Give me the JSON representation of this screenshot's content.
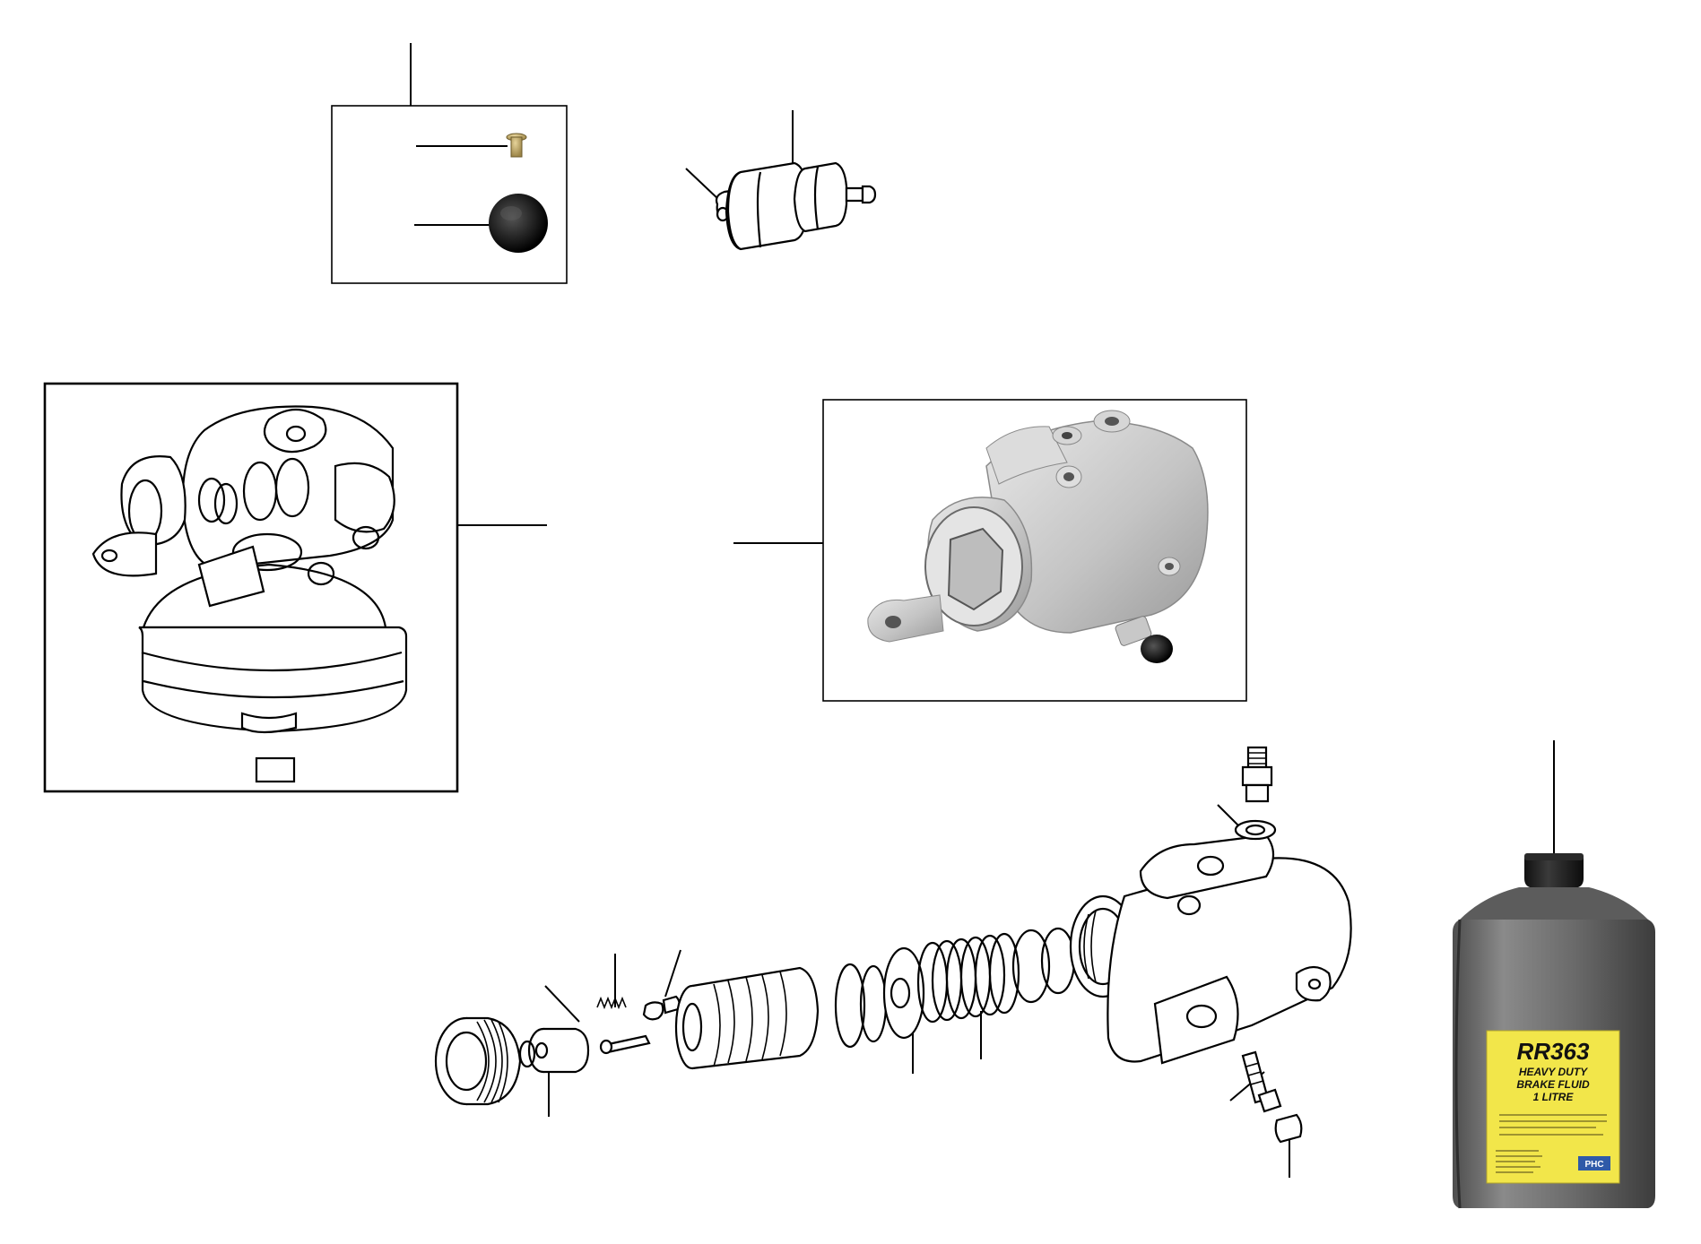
{
  "bottle": {
    "brand_code": "RR363",
    "line1": "HEAVY DUTY",
    "line2": "BRAKE FLUID",
    "line3": "1 LITRE",
    "maker": "PHC"
  },
  "colors": {
    "line": "#000000",
    "bottle_body": "#6e6e6e",
    "bottle_cap": "#1c1c1c",
    "label_yellow": "#f2e64a",
    "valve_metal": "#c9c9c9"
  }
}
